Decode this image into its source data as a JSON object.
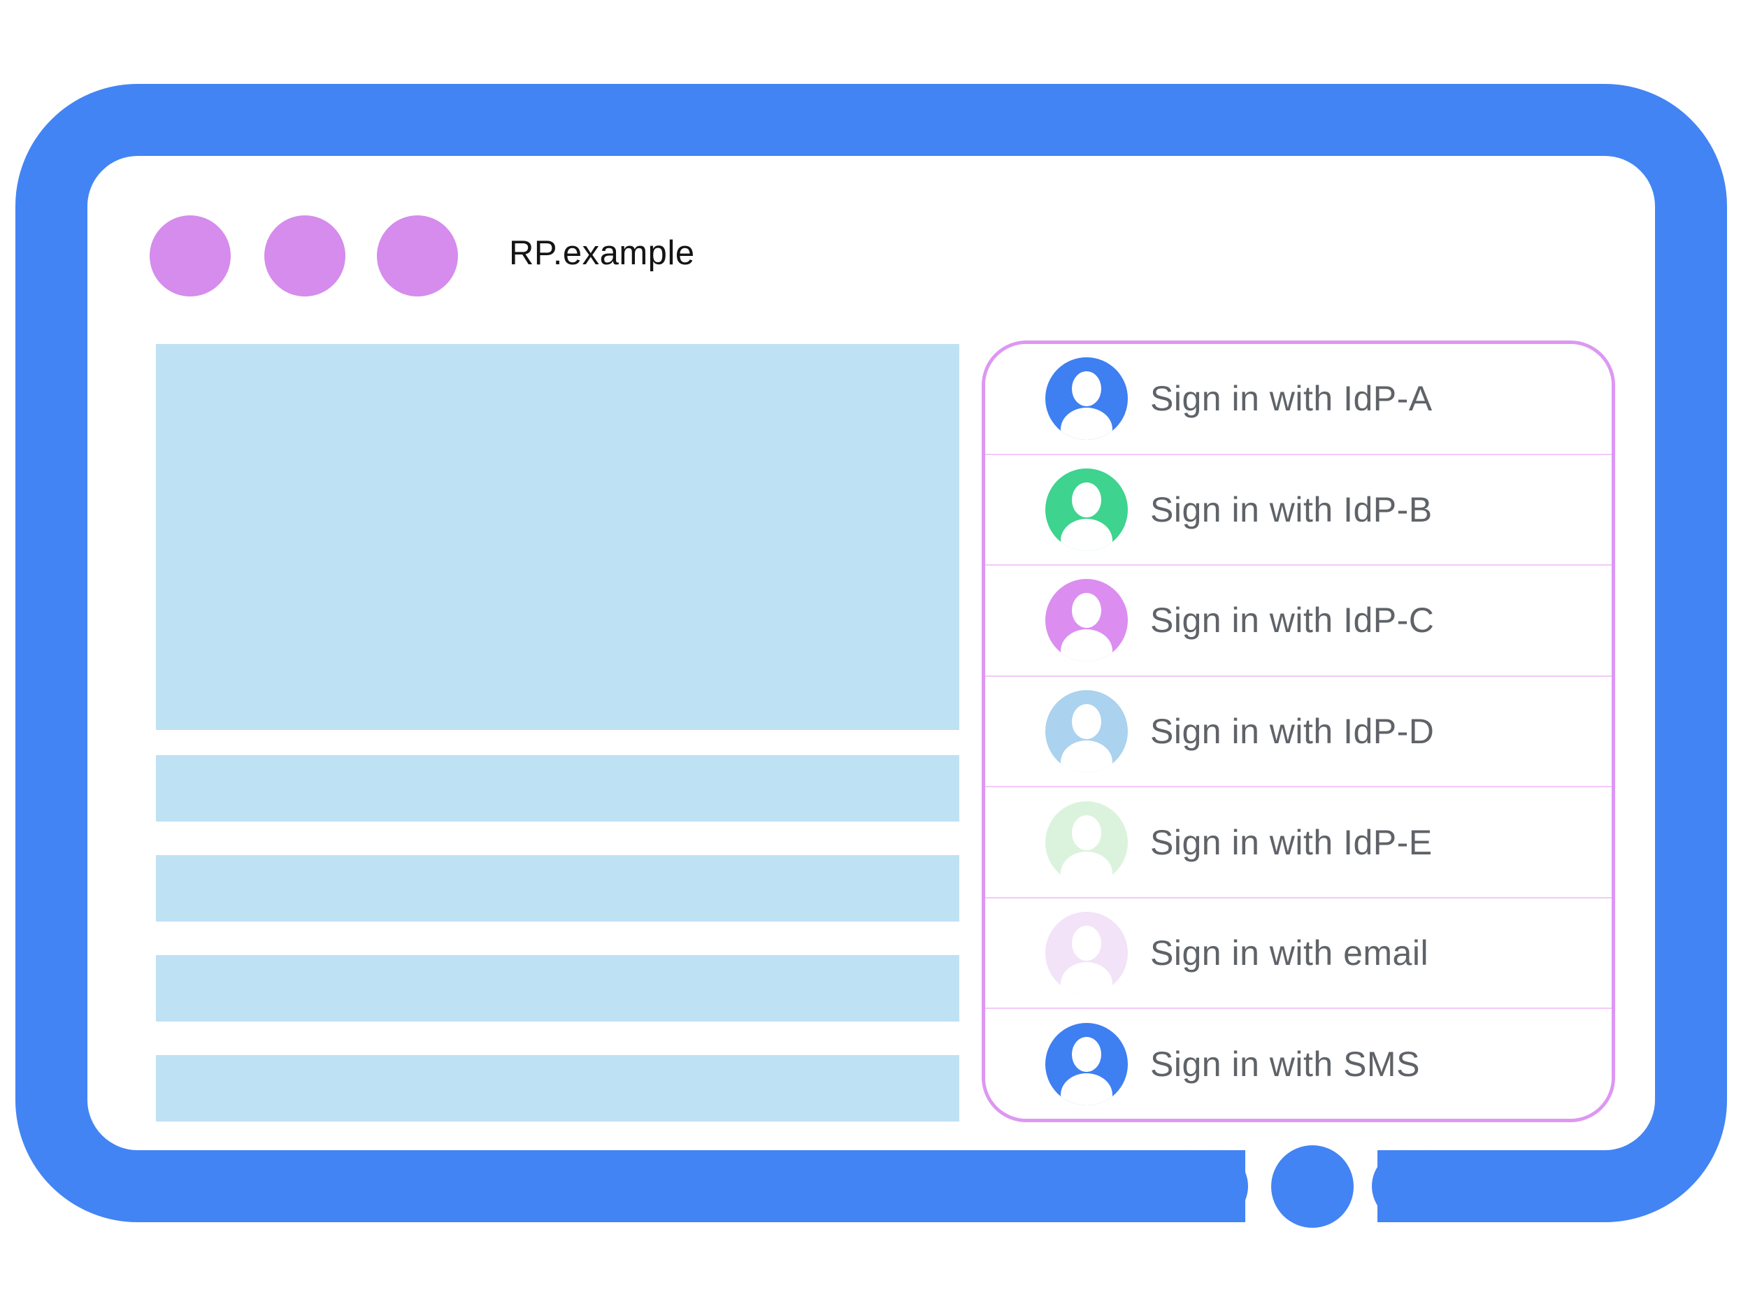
{
  "window": {
    "title": "RP.example",
    "frame_color": "#4384f4",
    "dot_color": "#d58cec"
  },
  "content": {
    "placeholder_color": "#bfe1f4",
    "hero_block": 1,
    "line_blocks": 4
  },
  "signin_panel": {
    "border_color": "#dd97f2",
    "divider_color": "#f3c9f8",
    "text_color": "#5f6368",
    "items": [
      {
        "label": "Sign in with IdP-A",
        "icon": "person-icon",
        "avatar_color": "#3e7ff1"
      },
      {
        "label": "Sign in with IdP-B",
        "icon": "person-icon",
        "avatar_color": "#3ed38e"
      },
      {
        "label": "Sign in with IdP-C",
        "icon": "person-icon",
        "avatar_color": "#db8df0"
      },
      {
        "label": "Sign in with IdP-D",
        "icon": "person-icon",
        "avatar_color": "#abd2ee"
      },
      {
        "label": "Sign in with IdP-E",
        "icon": "person-icon",
        "avatar_color": "#dbf3dd"
      },
      {
        "label": "Sign in with email",
        "icon": "person-icon",
        "avatar_color": "#f2e3f8"
      },
      {
        "label": "Sign in with SMS",
        "icon": "person-icon",
        "avatar_color": "#3e7ff1"
      }
    ]
  }
}
